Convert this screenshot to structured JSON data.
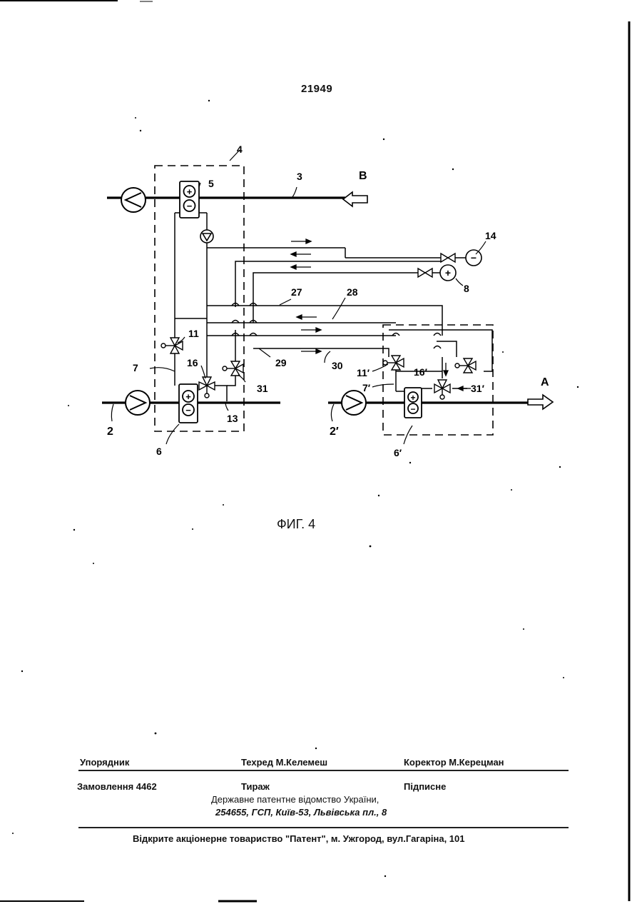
{
  "page": {
    "number": "21949",
    "figure_caption": "ФИГ. 4"
  },
  "diagram": {
    "labels": {
      "l4": "4",
      "l3": "3",
      "lB": "B",
      "l5": "5",
      "l14": "14",
      "l8": "8",
      "l27": "27",
      "l28": "28",
      "l11": "11",
      "l7": "7",
      "l16": "16",
      "l29": "29",
      "l30": "30",
      "l31": "31",
      "l13": "13",
      "l2": "2",
      "l6": "6",
      "l11p": "11′",
      "l7p": "7′",
      "l16p": "16′",
      "l31p": "31′",
      "lA": "A",
      "l2p": "2′",
      "l6p": "6′"
    },
    "symbols": {
      "plus": "+",
      "minus": "−"
    }
  },
  "imprint": {
    "compiler": "Упорядник",
    "tech_editor": "Техред М.Келемеш",
    "corrector": "Коректор М.Керецман",
    "order": "Замовлення  4462",
    "circulation": "Тираж",
    "subscription": "Підписне",
    "office_line1": "Державне  патентне  відомство  України,",
    "office_line2": "254655, ГСП, Київ-53, Львівська пл., 8",
    "publisher": "Відкрите акціонерне товариство \"Патент\", м. Ужгород, вул.Гагаріна, 101"
  }
}
